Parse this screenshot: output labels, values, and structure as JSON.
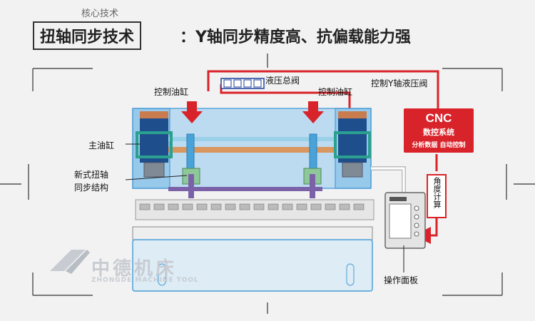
{
  "header": {
    "subtitle": "核心技术",
    "title_main": "扭轴同步技术",
    "title_sub": "：Y轴同步精度高、抗偏载能力强"
  },
  "labels": {
    "main_valve": "液压总阀",
    "left_cylinder": "控制油缸",
    "right_cylinder": "控制油缸",
    "y_axis_valve": "控制Y轴液压阀",
    "main_cylinder": "主油缸",
    "torsion_line1": "新式扭轴",
    "torsion_line2": "同步结构",
    "operation_panel": "操作面板"
  },
  "cnc": {
    "title": "CNC",
    "name": "数控系统",
    "functions": "分析数据  自动控制"
  },
  "calc_label": "角度计算",
  "watermark": {
    "name": "中德机床",
    "sub": "ZHONGDE MACHINE TOOL"
  },
  "colors": {
    "accent_red": "#d9232a",
    "machine_blue": "#a9d3f0",
    "cylinder_navy": "#1f4e8c",
    "torsion_bar": "#7b62a8"
  }
}
